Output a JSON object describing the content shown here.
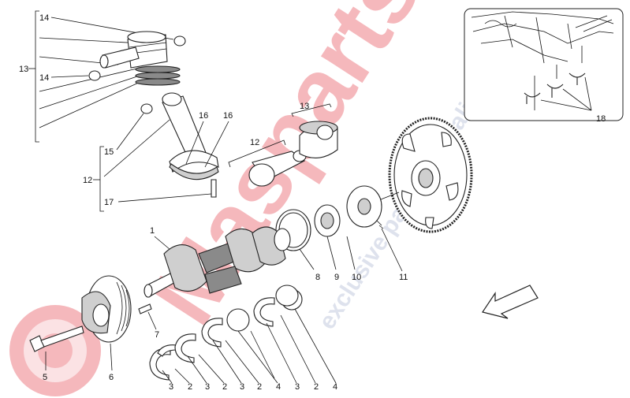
{
  "watermark": {
    "brand": "Masparts",
    "tagline": "exclusive parts specialist",
    "brand_color": "#e8606a",
    "tagline_color": "#b6bfd6"
  },
  "labels": {
    "l13a": "13",
    "l14a": "14",
    "l14b": "14",
    "l15": "15",
    "l12a": "12",
    "l17": "17",
    "l16a": "16",
    "l16b": "16",
    "l13b": "13",
    "l12b": "12",
    "l1": "1",
    "l8": "8",
    "l9": "9",
    "l10": "10",
    "l11": "11",
    "l7": "7",
    "l5": "5",
    "l6": "6",
    "l18": "18",
    "b1": "3",
    "b2": "2",
    "b3": "3",
    "b4": "2",
    "b5": "3",
    "b6": "2",
    "b7": "4",
    "b8": "3",
    "b9": "2",
    "b10": "4"
  }
}
